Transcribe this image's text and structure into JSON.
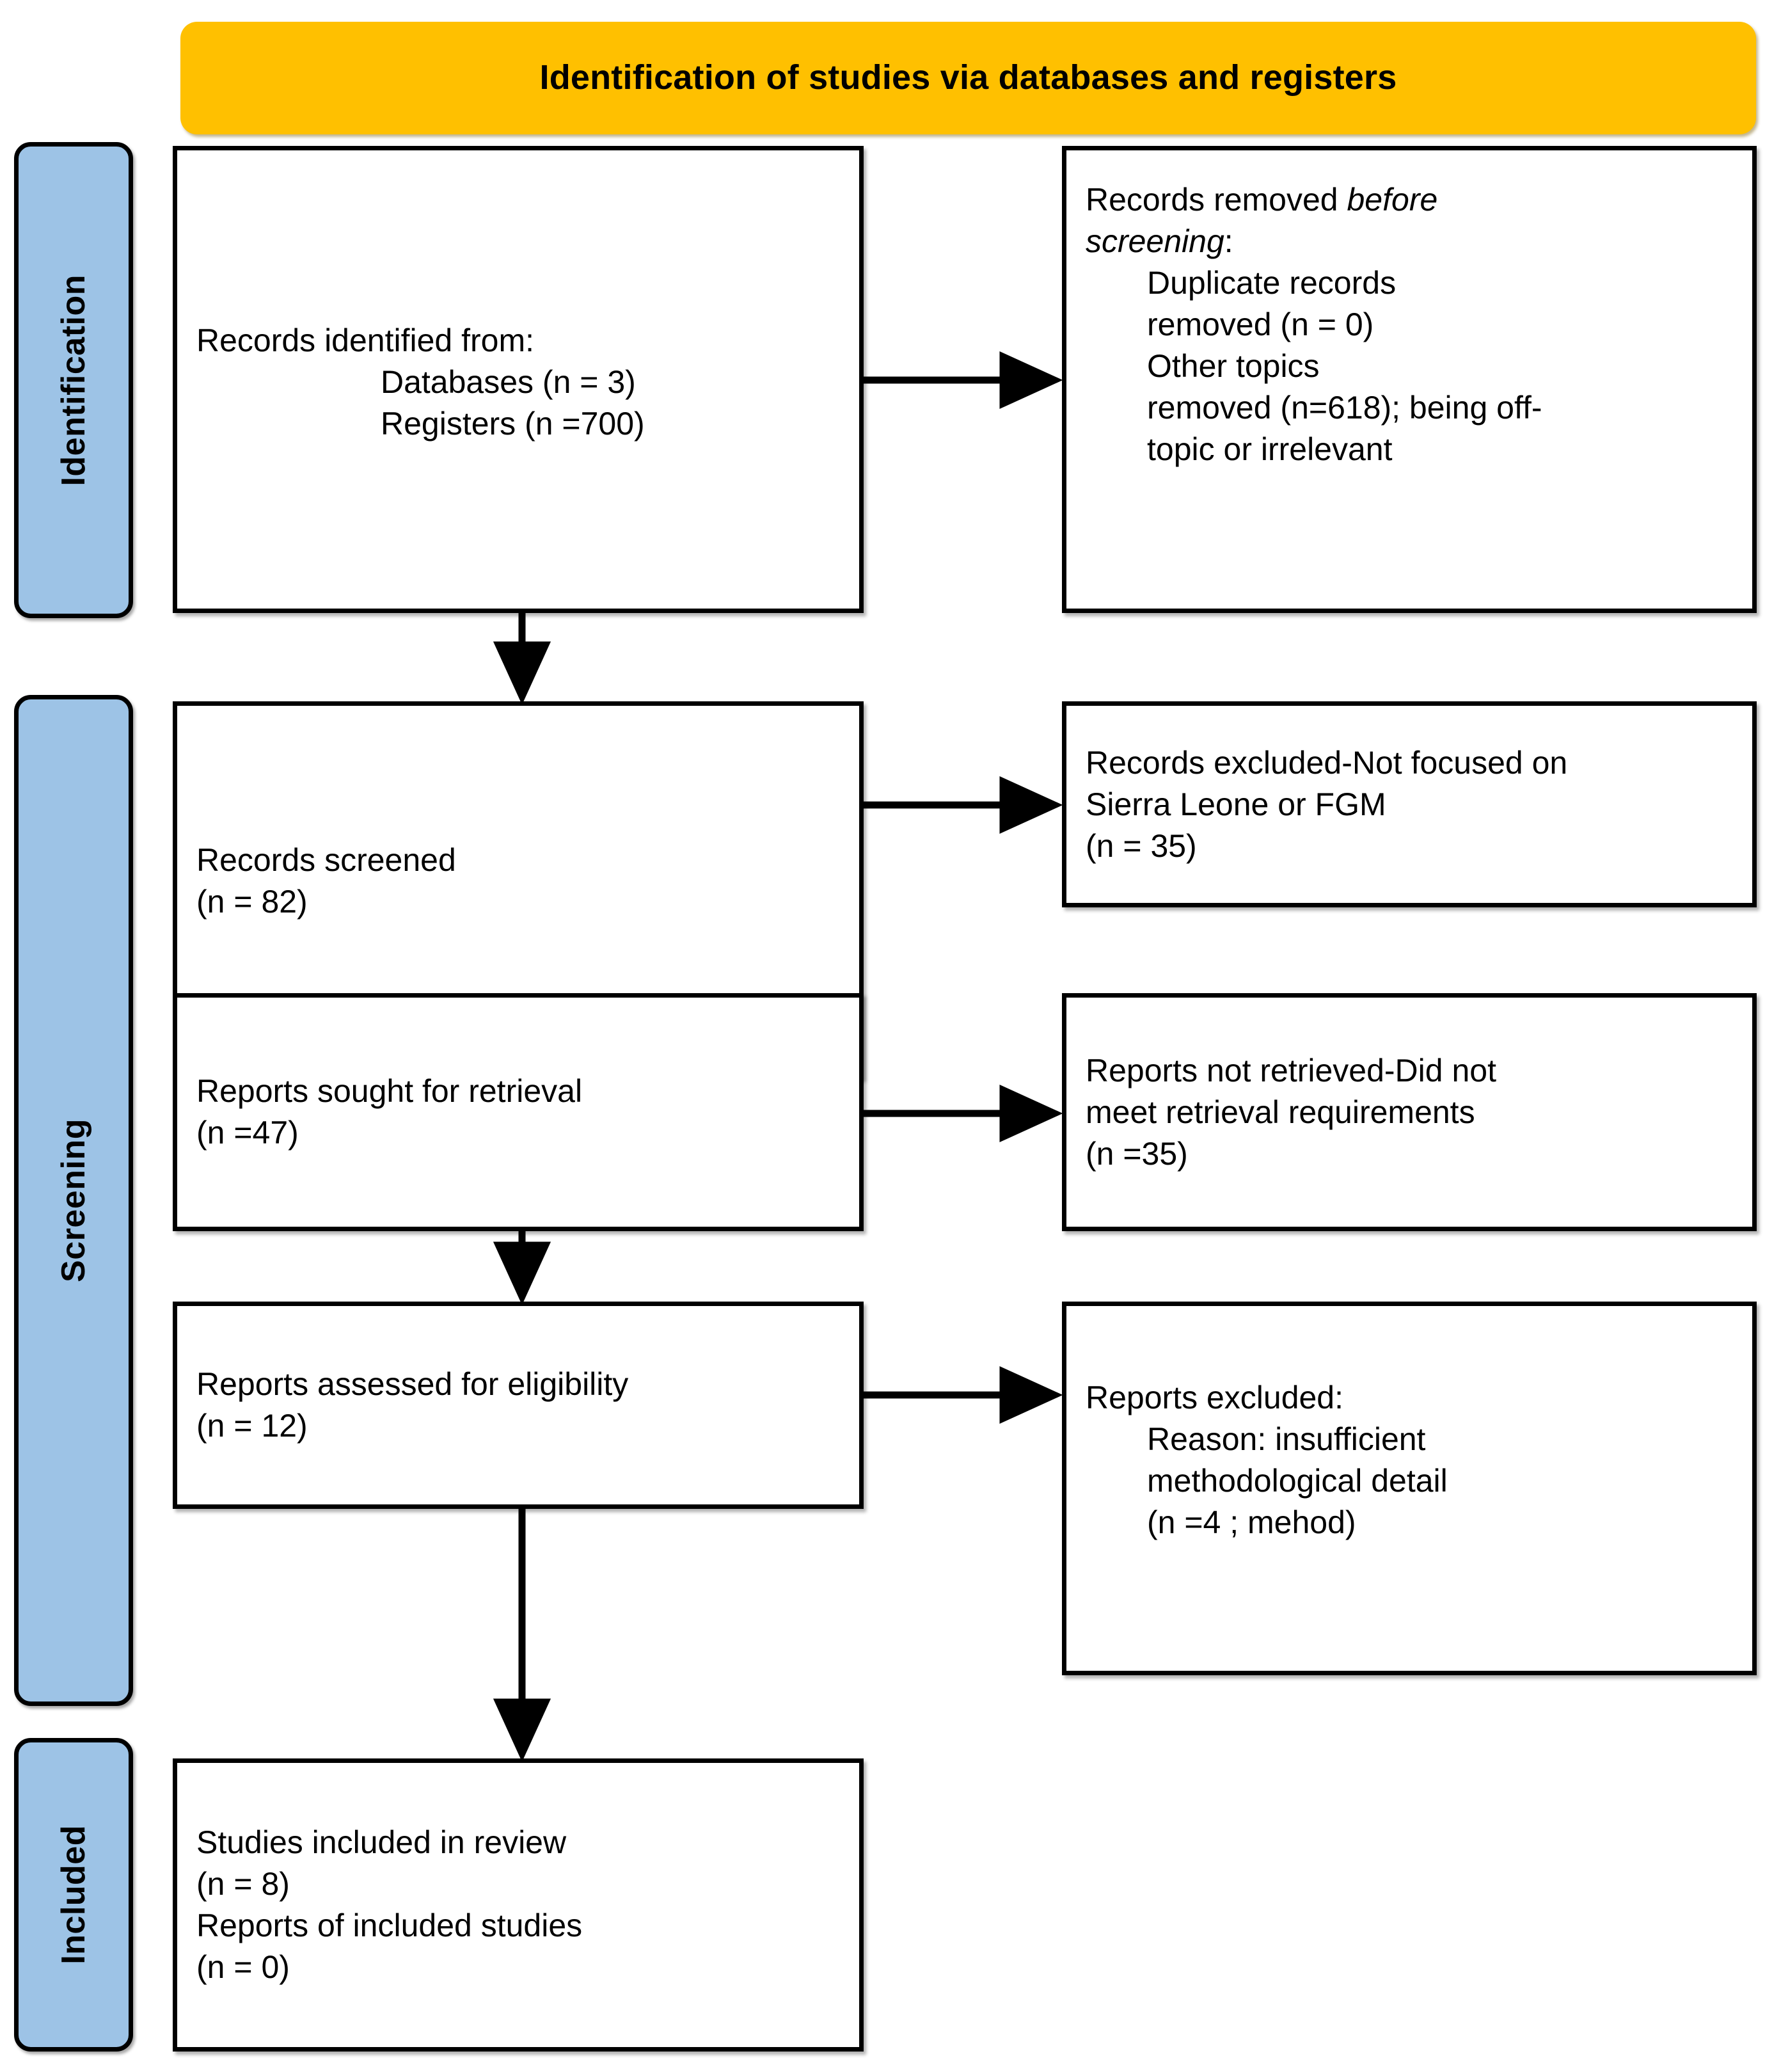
{
  "header": {
    "title": "Identification of studies via databases and registers",
    "color": "#FFC000"
  },
  "stages": {
    "color": "#9DC3E6",
    "identification": "Identification",
    "screening": "Screening",
    "included": "Included"
  },
  "boxes": {
    "identified": {
      "line1": "Records identified from:",
      "line2": "Databases (n = 3)",
      "line3": "Registers (n =700)"
    },
    "removed_before_screening": {
      "line1_pre": "Records removed ",
      "line1_em": "before",
      "line2_em": "screening",
      "line2_post": ":",
      "line3": "Duplicate records",
      "line4": "removed (n = 0)",
      "line5": "Other topics",
      "line6": "removed (n=618); being off-",
      "line7": "topic or irrelevant"
    },
    "screened": {
      "line1": "Records screened",
      "line2": "(n = 82)"
    },
    "excluded_records": {
      "line1": "Records excluded-Not focused on",
      "line2": "Sierra Leone or FGM",
      "line3": "(n = 35)"
    },
    "sought": {
      "line1": "Reports sought for retrieval",
      "line2": "(n =47)"
    },
    "not_retrieved": {
      "line1": "Reports not retrieved-Did not",
      "line2": "meet retrieval requirements",
      "line3": "(n =35)"
    },
    "assessed": {
      "line1": "Reports assessed for eligibility",
      "line2": "(n = 12)"
    },
    "reports_excluded": {
      "line1": "Reports excluded:",
      "line2": "Reason: insufficient",
      "line3": "methodological detail",
      "line4": "(n =4 ; mehod)"
    },
    "included_studies": {
      "line1": "Studies included in review",
      "line2": "(n = 8)",
      "line3": "Reports of included studies",
      "line4": "(n = 0)"
    }
  },
  "flow_data": {
    "type": "prisma-flow",
    "records_identified_databases": 3,
    "records_identified_registers": 700,
    "duplicates_removed": 0,
    "other_topics_removed": 618,
    "records_screened": 82,
    "records_excluded": 35,
    "reports_sought": 47,
    "reports_not_retrieved": 35,
    "reports_assessed": 12,
    "reports_excluded": 4,
    "studies_included": 8,
    "reports_of_included_studies": 0
  }
}
